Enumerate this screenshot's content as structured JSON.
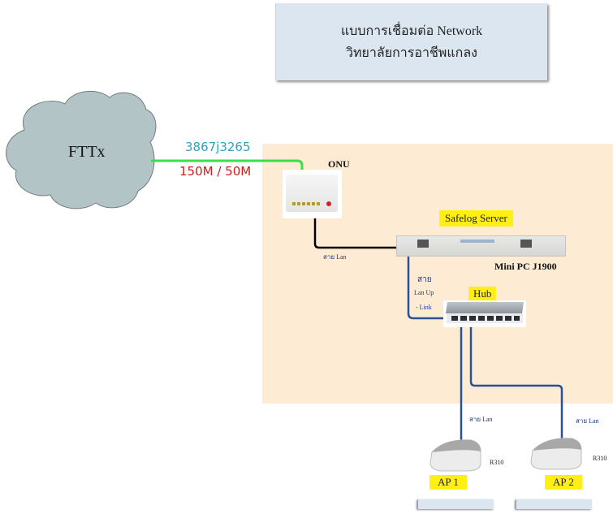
{
  "title": {
    "line1": "แบบการเชื่อมต่อ Network",
    "line2": "วิทยาลัยการอาชีพแกลง"
  },
  "internet": {
    "cloud_label": "FTTx",
    "line_id": "3867j3265",
    "speed": "150M / 50M"
  },
  "devices": {
    "onu_label": "ONU",
    "server_label": "Safelog Server",
    "server_model": "Mini PC J1900",
    "hub_label": "Hub",
    "ap1_label": "AP 1",
    "ap2_label": "AP 2",
    "ap_model": "R310"
  },
  "cables": {
    "onu_to_server": "สาย Lan",
    "uplink_line1": "สาย",
    "uplink_line2": "Lan Up",
    "uplink_line3": "- Link",
    "ap1_cable": "สาย Lan",
    "ap2_cable": "สาย Lan"
  },
  "colors": {
    "fiber_line": "#3ddc4a",
    "lan_black": "#000000",
    "lan_blue": "#2c4f96",
    "panel_bg": "#fdecd3",
    "highlight": "#ffef14",
    "cloud_fill": "#b3c4c7"
  }
}
